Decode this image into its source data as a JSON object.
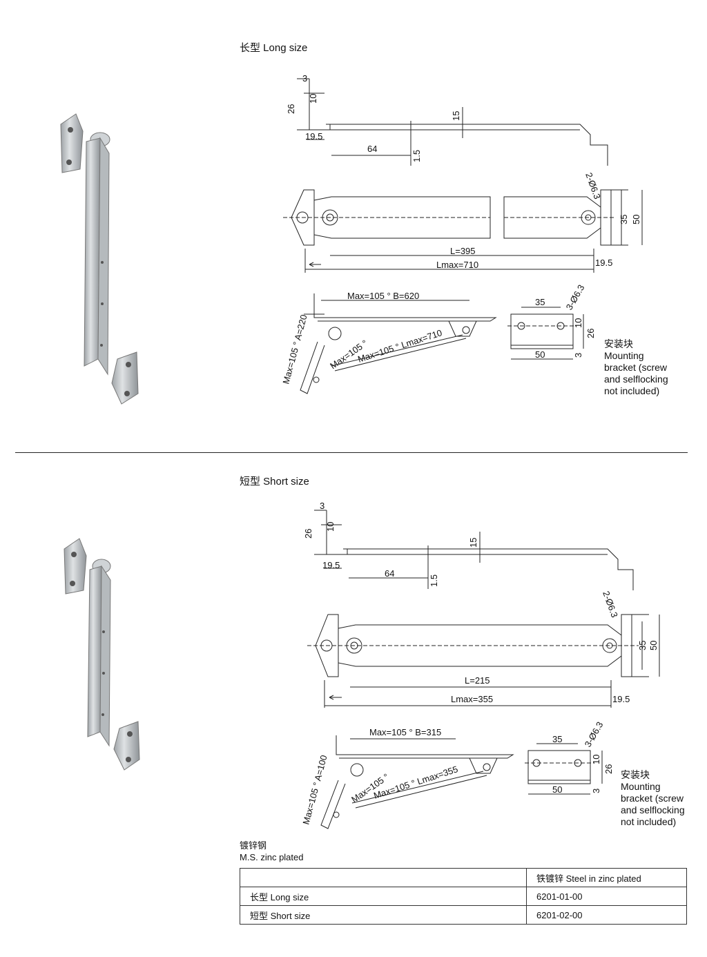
{
  "long": {
    "title": "长型 Long size",
    "dims": {
      "t3": "3",
      "h10": "10",
      "h26": "26",
      "w195": "19.5",
      "w64": "64",
      "h15": "15",
      "h15b": "1.5",
      "hole2": "2-Ø6.3",
      "h35": "35",
      "h50": "50",
      "L": "L=395",
      "Lmax": "Lmax=710",
      "end195": "19.5",
      "maxB": "Max=105 ° B=620",
      "maxA": "Max=105 ° A=220",
      "maxAng": "Max=105 °",
      "maxL": "Max=105 ° Lmax=710"
    },
    "bracket": {
      "w35": "35",
      "hole3": "3-Ø6.3",
      "h10": "10",
      "h26": "26",
      "w50": "50",
      "t3": "3",
      "label_cn": "安装块",
      "label_en": [
        "Mounting",
        "bracket (screw",
        "and selflocking",
        "not included)"
      ]
    }
  },
  "short": {
    "title": "短型 Short size",
    "dims": {
      "t3": "3",
      "h10": "10",
      "h26": "26",
      "w195": "19.5",
      "w64": "64",
      "h15": "15",
      "h15b": "1.5",
      "hole2": "2-Ø6.3",
      "h35": "35",
      "h50": "50",
      "L": "L=215",
      "Lmax": "Lmax=355",
      "end195": "19.5",
      "maxB": "Max=105 ° B=315",
      "maxA": "Max=105 ° A=100",
      "maxAng": "Max=105 °",
      "maxL": "Max=105 ° Lmax=355"
    },
    "bracket": {
      "w35": "35",
      "hole3": "3-Ø6.3",
      "h10": "10",
      "h26": "26",
      "w50": "50",
      "t3": "3",
      "label_cn": "安装块",
      "label_en": [
        "Mounting",
        "bracket (screw",
        "and selflocking",
        "not included)"
      ]
    }
  },
  "material": {
    "cn": "镀锌钢",
    "en": "M.S. zinc plated"
  },
  "table": {
    "header": [
      "",
      "铁镀锌 Steel in zinc plated"
    ],
    "rows": [
      [
        "长型 Long size",
        "6201-01-00"
      ],
      [
        "短型 Short size",
        "6201-02-00"
      ]
    ]
  }
}
